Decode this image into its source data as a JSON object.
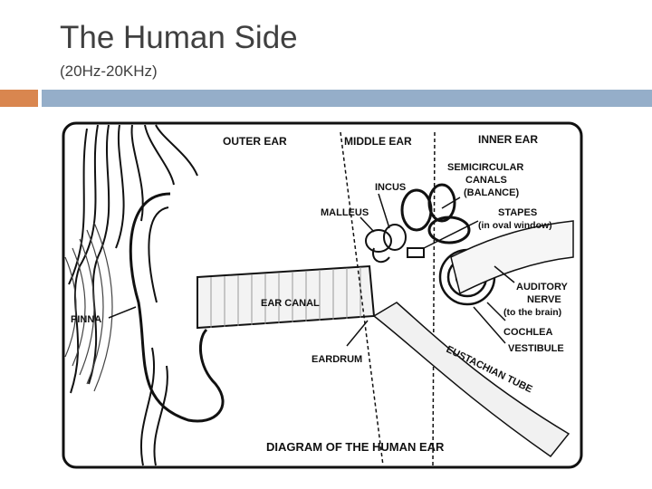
{
  "slide": {
    "title": "The Human Side",
    "subtitle": "(20Hz-20KHz)",
    "colors": {
      "accent": "#d9864f",
      "band": "#95aec9",
      "text": "#404040"
    }
  },
  "diagram": {
    "caption": "DIAGRAM OF THE HUMAN EAR",
    "sections": {
      "outer": "OUTER EAR",
      "middle": "MIDDLE EAR",
      "inner": "INNER EAR"
    },
    "labels": {
      "pinna": "PINNA",
      "ear_canal": "EAR CANAL",
      "eardrum": "EARDRUM",
      "malleus": "MALLEUS",
      "incus": "INCUS",
      "semicircular_1": "SEMICIRCULAR",
      "semicircular_2": "CANALS",
      "semicircular_3": "(BALANCE)",
      "stapes_1": "STAPES",
      "stapes_2": "(in oval window)",
      "auditory_1": "AUDITORY",
      "auditory_2": "NERVE",
      "auditory_3": "(to the brain)",
      "cochlea": "COCHLEA",
      "vestibule": "VESTIBULE",
      "eustachian": "EUSTACHIAN TUBE"
    }
  }
}
